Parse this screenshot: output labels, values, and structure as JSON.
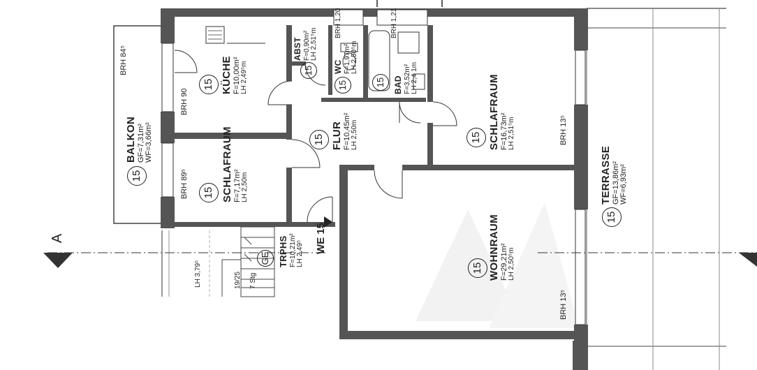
{
  "unit_number": "15",
  "rooms": {
    "balkon": {
      "name": "BALKON",
      "area": "GF=7,31m²",
      "wf": "WF=3,66m²"
    },
    "kueche": {
      "name": "KÜCHE",
      "area": "F=10,00m²",
      "height": "LH 2,49⁵m"
    },
    "abst": {
      "name": "ABST",
      "area": "F=0,90m²",
      "height": "LH 2,51⁵m"
    },
    "wc": {
      "name": "WC",
      "area": "F=1,97m²",
      "height": "LH 2,50⁵m"
    },
    "bad": {
      "name": "BAD",
      "area": "F=3,52m²",
      "height": "LH 2,4 1m"
    },
    "flur": {
      "name": "FLUR",
      "area": "F=10,45m²",
      "height": "LH 2,50m"
    },
    "schlafraum_1": {
      "name": "SCHLAFRAUM",
      "area": "F=7,17m²",
      "height": "LH 2,50m"
    },
    "schlafraum_2": {
      "name": "SCHLAFRAUM",
      "area": "F=16,73m²",
      "height": "LH 2,51⁵m"
    },
    "wohnraum": {
      "name": "WOHNRAUM",
      "area": "F=29,21m²",
      "height": "LH 2,50⁵m"
    },
    "terrasse": {
      "name": "TERRASSE",
      "area": "GF=13,86m²",
      "wf": "WF=6,93m²"
    },
    "trphs": {
      "name": "TRPHS",
      "area": "F=10,21m²",
      "height": "LH 2,49⁵"
    }
  },
  "parapets": {
    "brh_balkon": "BRH 84⁵",
    "brh_kueche": "BRH 90",
    "brh_schlaf1": "BRH 89⁵",
    "brh_schlaf2": "BRH 13⁵",
    "brh_wohn": "BRH 13⁵",
    "brh_wc": "BRH 1,20",
    "brh_bad": "BRH 1,21"
  },
  "stair": {
    "steps": "7 Stg",
    "ratio": "19/25",
    "lh": "LH 3,79⁵",
    "ge": "GE"
  },
  "entrance": "WE 15",
  "section_mark": "A"
}
